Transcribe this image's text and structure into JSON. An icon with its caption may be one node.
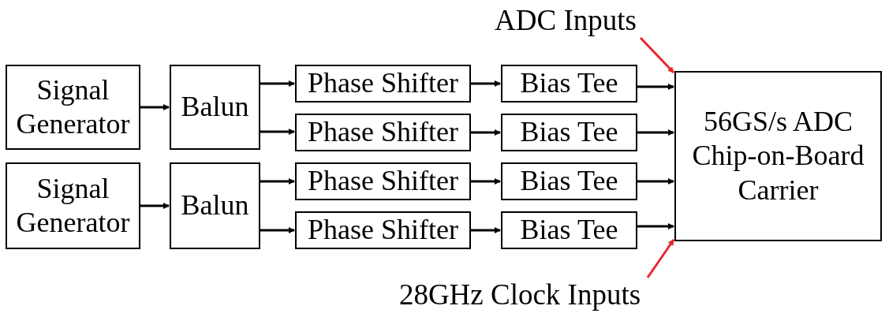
{
  "diagram": {
    "nodes": [
      {
        "text": [
          "Signal Generator"
        ]
      },
      {
        "text": [
          "Signal Generator"
        ]
      },
      {
        "text": [
          "Balun"
        ]
      },
      {
        "text": [
          "Balun"
        ]
      },
      {
        "text": [
          "Phase Shifter"
        ]
      },
      {
        "text": [
          "Phase Shifter"
        ]
      },
      {
        "text": [
          "Phase Shifter"
        ]
      },
      {
        "text": [
          "Phase Shifter"
        ]
      },
      {
        "text": [
          "Bias Tee"
        ]
      },
      {
        "text": [
          "Bias Tee"
        ]
      },
      {
        "text": [
          "Bias Tee"
        ]
      },
      {
        "text": [
          "Bias Tee"
        ]
      },
      {
        "text": [
          "56GS/s ADC Chip-on-Board Carrier"
        ]
      },
      {
        "text": [
          "ADC Inputs"
        ]
      },
      {
        "text": [
          "28GHz Clock Inputs"
        ]
      }
    ],
    "edges": [
      {
        "from": 0,
        "to": 2,
        "arrow": "to"
      },
      {
        "from": 1,
        "to": 3,
        "arrow": "to"
      },
      {
        "from": 2,
        "to": 4,
        "arrow": "to"
      },
      {
        "from": 2,
        "to": 5,
        "arrow": "to"
      },
      {
        "from": 3,
        "to": 6,
        "arrow": "to"
      },
      {
        "from": 3,
        "to": 7,
        "arrow": "to"
      },
      {
        "from": 4,
        "to": 8,
        "arrow": "to"
      },
      {
        "from": 5,
        "to": 9,
        "arrow": "to"
      },
      {
        "from": 6,
        "to": 10,
        "arrow": "to"
      },
      {
        "from": 7,
        "to": 11,
        "arrow": "to"
      },
      {
        "from": 8,
        "to": 12,
        "arrow": "to"
      },
      {
        "from": 9,
        "to": 12,
        "arrow": "to"
      },
      {
        "from": 10,
        "to": 12,
        "arrow": "to"
      },
      {
        "from": 11,
        "to": 12,
        "arrow": "to"
      },
      {
        "from": 13,
        "to": 12,
        "arrow": "to",
        "color": "#e8262d"
      },
      {
        "from": 14,
        "to": 12,
        "arrow": "to",
        "color": "#e8262d"
      }
    ]
  }
}
